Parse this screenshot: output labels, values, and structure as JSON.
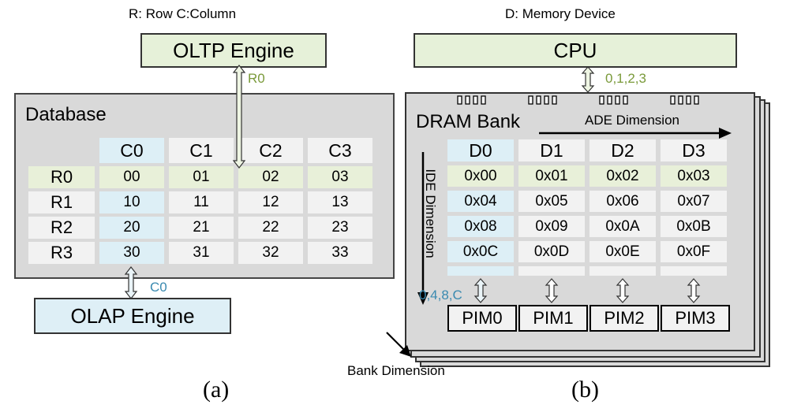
{
  "legend": {
    "left": "R: Row   C:Column",
    "right": "D: Memory Device"
  },
  "panel_a": {
    "label": "(a)",
    "oltp_engine": "OLTP Engine",
    "olap_engine": "OLAP Engine",
    "oltp_access": "R0",
    "olap_access": "C0",
    "database_title": "Database",
    "col_headers": [
      "C0",
      "C1",
      "C2",
      "C3"
    ],
    "rows": [
      {
        "label": "R0",
        "cells": [
          "00",
          "01",
          "02",
          "03"
        ]
      },
      {
        "label": "R1",
        "cells": [
          "10",
          "11",
          "12",
          "13"
        ]
      },
      {
        "label": "R2",
        "cells": [
          "20",
          "21",
          "22",
          "23"
        ]
      },
      {
        "label": "R3",
        "cells": [
          "30",
          "31",
          "32",
          "33"
        ]
      }
    ]
  },
  "panel_b": {
    "label": "(b)",
    "cpu": "CPU",
    "cpu_access": "0,1,2,3",
    "bank_title": "DRAM Bank",
    "ade_dimension": "ADE Dimension",
    "ide_dimension": "IDE Dimension",
    "bank_dimension": "Bank Dimension",
    "pim_access": "0,4,8,C",
    "device_headers": [
      "D0",
      "D1",
      "D2",
      "D3"
    ],
    "rows": [
      [
        "0x00",
        "0x01",
        "0x02",
        "0x03"
      ],
      [
        "0x04",
        "0x05",
        "0x06",
        "0x07"
      ],
      [
        "0x08",
        "0x09",
        "0x0A",
        "0x0B"
      ],
      [
        "0x0C",
        "0x0D",
        "0x0E",
        "0x0F"
      ]
    ],
    "pims": [
      "PIM0",
      "PIM1",
      "PIM2",
      "PIM3"
    ]
  },
  "colors": {
    "green_highlight": "#e8f0d9",
    "blue_highlight": "#ddeff6",
    "panel_gray": "#d9d9d9",
    "cell_gray": "#f2f2f2"
  }
}
